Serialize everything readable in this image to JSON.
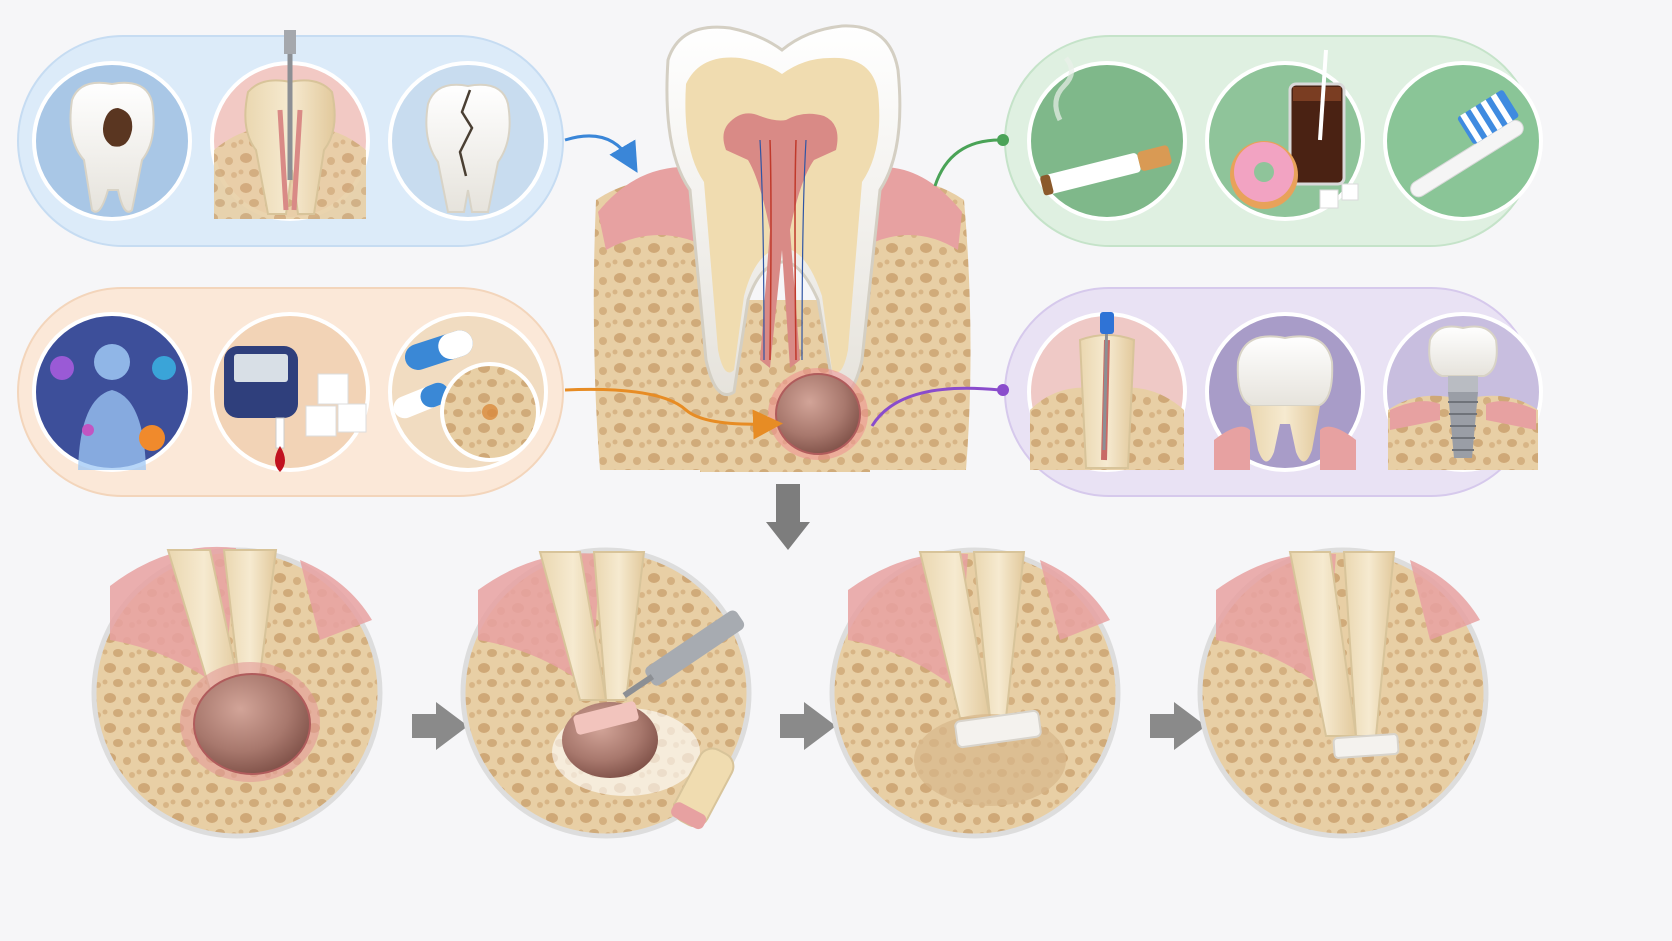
{
  "colors": {
    "background": "#f6f6f8",
    "panel_blue": "#dcebf9",
    "panel_green": "#dff0e1",
    "panel_orange": "#fbe8d8",
    "panel_purple": "#e9e2f4",
    "arrow_blue": "#3a86d8",
    "arrow_green": "#4aa357",
    "arrow_orange": "#e78c24",
    "arrow_purple": "#8a4ccc",
    "arrow_gray": "#7d7d7d",
    "enamel": "#f3f2ee",
    "dentin": "#f0dcb0",
    "pulp": "#d98a86",
    "gum": "#e7a1a1",
    "bone": "#e8cfa5",
    "bone_pore": "#c79b68",
    "lesion": "#a8786d",
    "graft": "#f4f2ee"
  },
  "panels": [
    {
      "id": "causes",
      "theme": "blue",
      "icons": [
        "tooth-cavity-icon",
        "root-canal-file-icon",
        "cracked-tooth-icon"
      ]
    },
    {
      "id": "lifestyle",
      "theme": "green",
      "icons": [
        "cigarette-icon",
        "donut-soda-sugar-icon",
        "toothbrush-icon"
      ]
    },
    {
      "id": "systemic",
      "theme": "orange",
      "icons": [
        "immune-body-virus-icon",
        "glucose-meter-icon",
        "pills-bone-icon"
      ]
    },
    {
      "id": "treatments",
      "theme": "purple",
      "icons": [
        "endodontic-treatment-icon",
        "crown-icon",
        "dental-implant-icon"
      ]
    }
  ],
  "center": {
    "icon": "tooth-periapical-lesion-icon"
  },
  "sequence": {
    "steps": [
      "lesion-stage-icon",
      "curettage-stage-icon",
      "graft-placed-stage-icon",
      "healed-bone-stage-icon"
    ]
  }
}
